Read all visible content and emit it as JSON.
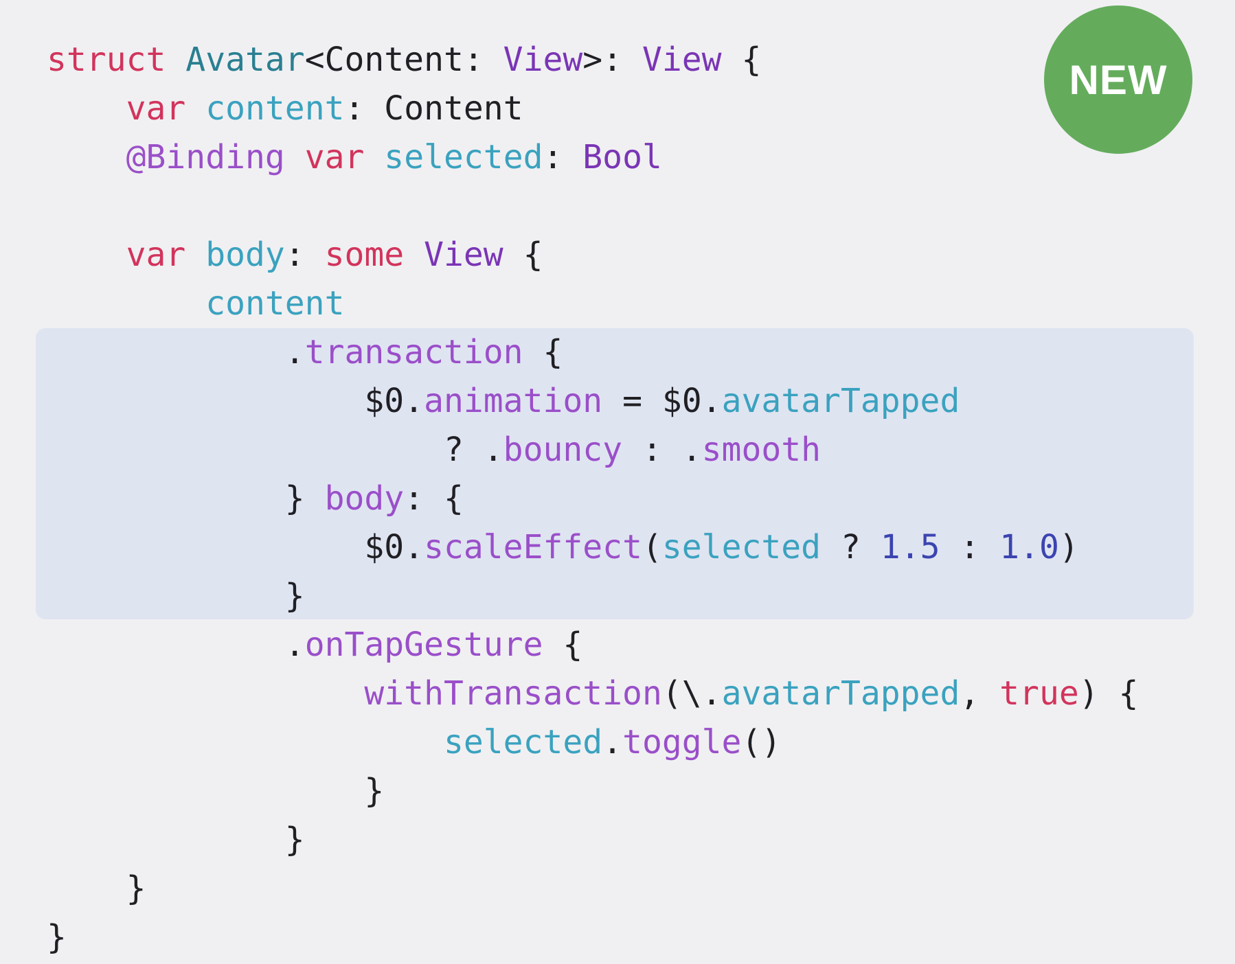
{
  "badge": {
    "label": "NEW"
  },
  "code": {
    "lines": [
      [
        [
          "kw",
          "struct"
        ],
        [
          "plain",
          " "
        ],
        [
          "type",
          "Avatar"
        ],
        [
          "plain",
          "<Content: "
        ],
        [
          "ptype",
          "View"
        ],
        [
          "plain",
          ">: "
        ],
        [
          "ptype",
          "View"
        ],
        [
          "plain",
          " {"
        ]
      ],
      [
        [
          "plain",
          "    "
        ],
        [
          "kw",
          "var"
        ],
        [
          "plain",
          " "
        ],
        [
          "prop",
          "content"
        ],
        [
          "plain",
          ": Content"
        ]
      ],
      [
        [
          "plain",
          "    "
        ],
        [
          "method",
          "@Binding"
        ],
        [
          "plain",
          " "
        ],
        [
          "kw",
          "var"
        ],
        [
          "plain",
          " "
        ],
        [
          "prop",
          "selected"
        ],
        [
          "plain",
          ": "
        ],
        [
          "ptype",
          "Bool"
        ]
      ],
      [],
      [
        [
          "plain",
          "    "
        ],
        [
          "kw",
          "var"
        ],
        [
          "plain",
          " "
        ],
        [
          "prop",
          "body"
        ],
        [
          "plain",
          ": "
        ],
        [
          "kw",
          "some"
        ],
        [
          "plain",
          " "
        ],
        [
          "ptype",
          "View"
        ],
        [
          "plain",
          " {"
        ]
      ],
      [
        [
          "plain",
          "        "
        ],
        [
          "prop",
          "content"
        ]
      ],
      [
        [
          "plain",
          "            ."
        ],
        [
          "method",
          "transaction"
        ],
        [
          "plain",
          " {"
        ]
      ],
      [
        [
          "plain",
          "                $0."
        ],
        [
          "method",
          "animation"
        ],
        [
          "plain",
          " = $0."
        ],
        [
          "prop",
          "avatarTapped"
        ]
      ],
      [
        [
          "plain",
          "                    ? ."
        ],
        [
          "method",
          "bouncy"
        ],
        [
          "plain",
          " : ."
        ],
        [
          "method",
          "smooth"
        ]
      ],
      [
        [
          "plain",
          "            } "
        ],
        [
          "method",
          "body"
        ],
        [
          "plain",
          ": {"
        ]
      ],
      [
        [
          "plain",
          "                $0."
        ],
        [
          "method",
          "scaleEffect"
        ],
        [
          "plain",
          "("
        ],
        [
          "prop",
          "selected"
        ],
        [
          "plain",
          " ? "
        ],
        [
          "num",
          "1.5"
        ],
        [
          "plain",
          " : "
        ],
        [
          "num",
          "1.0"
        ],
        [
          "plain",
          ")"
        ]
      ],
      [
        [
          "plain",
          "            }"
        ]
      ],
      [
        [
          "plain",
          "            ."
        ],
        [
          "method",
          "onTapGesture"
        ],
        [
          "plain",
          " {"
        ]
      ],
      [
        [
          "plain",
          "                "
        ],
        [
          "method",
          "withTransaction"
        ],
        [
          "plain",
          "(\\."
        ],
        [
          "prop",
          "avatarTapped"
        ],
        [
          "plain",
          ", "
        ],
        [
          "kw",
          "true"
        ],
        [
          "plain",
          ") {"
        ]
      ],
      [
        [
          "plain",
          "                    "
        ],
        [
          "prop",
          "selected"
        ],
        [
          "plain",
          "."
        ],
        [
          "method",
          "toggle"
        ],
        [
          "plain",
          "()"
        ]
      ],
      [
        [
          "plain",
          "                }"
        ]
      ],
      [
        [
          "plain",
          "            }"
        ]
      ],
      [
        [
          "plain",
          "    }"
        ]
      ],
      [
        [
          "plain",
          "}"
        ]
      ]
    ]
  }
}
